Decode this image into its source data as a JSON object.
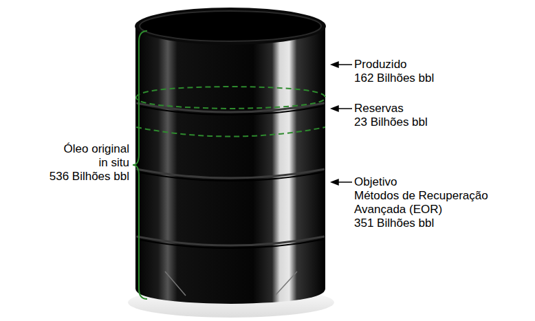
{
  "diagram": {
    "labels": [
      "Óleo original",
      "in situ",
      "536 Bilhões bbl",
      "Produzido",
      "162 Bilhões bbl",
      "Reservas",
      "23 Bilhões bbl",
      "Objetivo",
      "Métodos de Recuperação",
      "Avançada (EOR)",
      "351 Bilhões bbl"
    ]
  }
}
